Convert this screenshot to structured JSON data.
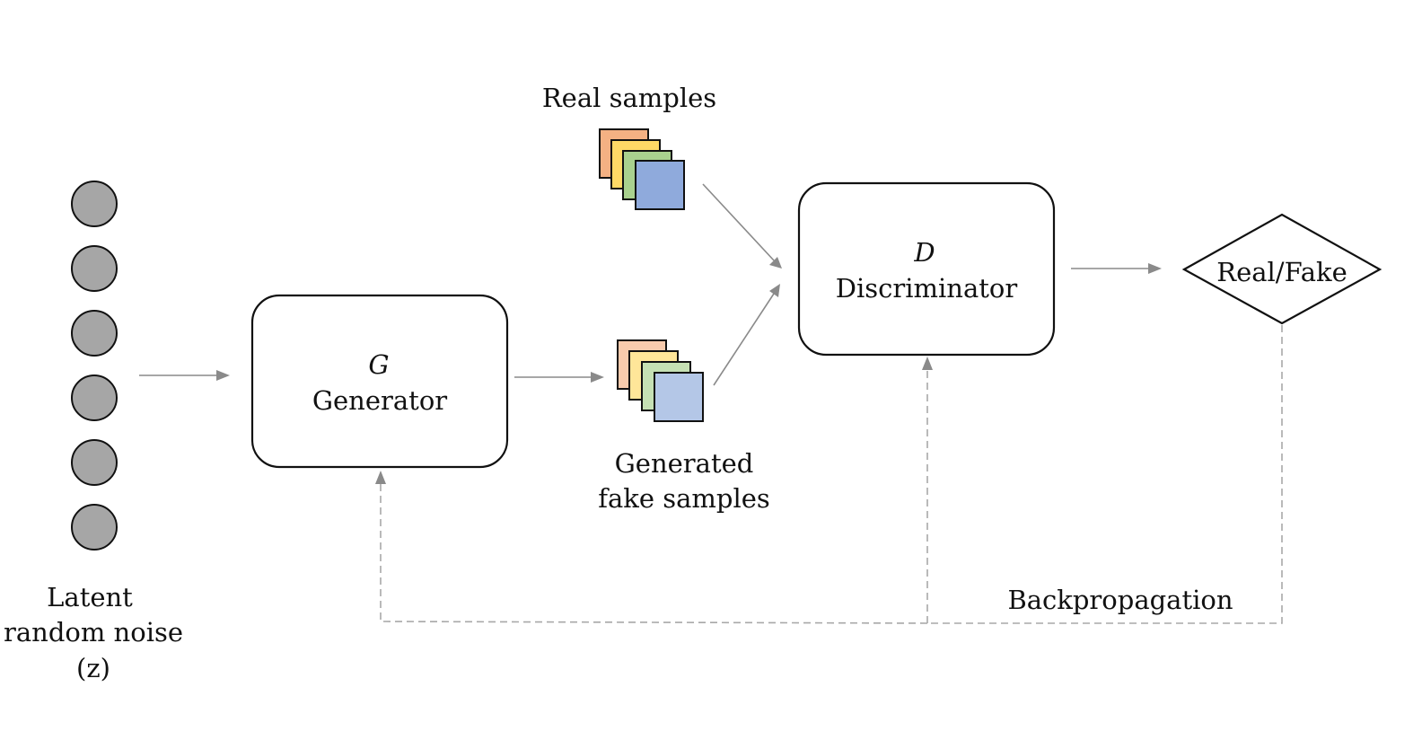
{
  "colors": {
    "node_fill": "#a6a6a6",
    "arrow": "#8a8a8a",
    "feedback_dashed": "#a8a8a8",
    "real_stack": [
      "#f4b183",
      "#ffd966",
      "#a9d18e",
      "#8faadc"
    ],
    "fake_stack": [
      "#f8cbad",
      "#ffe699",
      "#c5e0b4",
      "#b4c7e7"
    ]
  },
  "noise": {
    "label_lines": [
      "Latent",
      "random noise",
      "(z)"
    ],
    "node_count": 6
  },
  "generator": {
    "symbol": "G",
    "label": "Generator"
  },
  "discriminator": {
    "symbol": "D",
    "label": "Discriminator"
  },
  "real_samples": {
    "label": "Real samples",
    "icon": "stacked-image-samples-icon"
  },
  "fake_samples": {
    "label_lines": [
      "Generated",
      "fake samples"
    ],
    "icon": "stacked-image-samples-icon"
  },
  "decision": {
    "label": "Real/Fake"
  },
  "feedback": {
    "label": "Backpropagation"
  }
}
